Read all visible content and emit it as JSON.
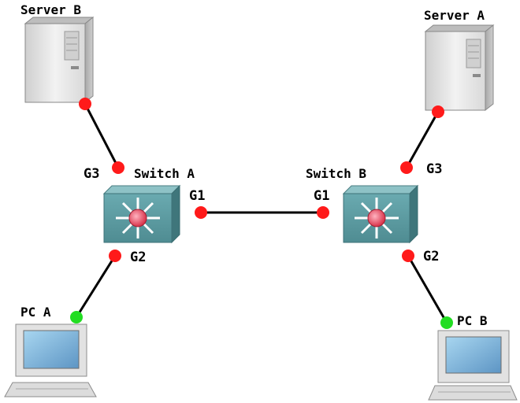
{
  "devices": {
    "server_b": {
      "label": "Server B"
    },
    "server_a": {
      "label": "Server A"
    },
    "switch_a": {
      "label": "Switch A"
    },
    "switch_b": {
      "label": "Switch B"
    },
    "pc_a": {
      "label": "PC A"
    },
    "pc_b": {
      "label": "PC B"
    }
  },
  "ports": {
    "switch_a_g3": "G3",
    "switch_a_g1": "G1",
    "switch_a_g2": "G2",
    "switch_b_g1": "G1",
    "switch_b_g3": "G3",
    "switch_b_g2": "G2"
  },
  "colors": {
    "link": "#000000",
    "port_up": "#ff1a1a",
    "port_pc": "#22dd22",
    "switch_body": "#5e9ea2",
    "server_body": "#e8e8e8",
    "pc_screen": "#7fb8d8"
  }
}
